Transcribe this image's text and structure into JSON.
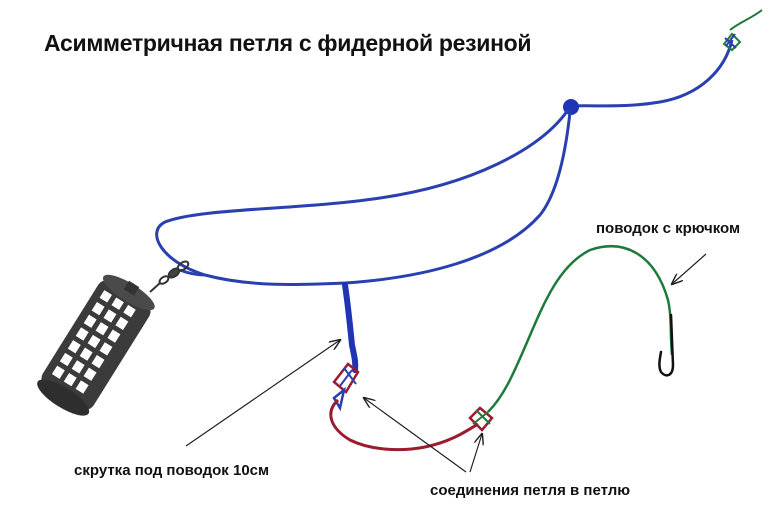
{
  "title": "Асимметричная петля с фидерной резиной",
  "labels": {
    "leader_with_hook": "поводок с крючком",
    "twist_for_leader": "скрутка под поводок 10см",
    "loop_to_loop": "соединения петля в петлю"
  },
  "colors": {
    "main_line": "#2a3fb0",
    "leader_line": "#1e7a3c",
    "feeder_gum": "#9b1c2e",
    "feeder": "#3a3a3a",
    "hook": "#111111"
  },
  "icons": [
    "feeder-cage-icon",
    "swivel-icon",
    "bead-icon",
    "hook-icon",
    "loop-knot-icon"
  ]
}
